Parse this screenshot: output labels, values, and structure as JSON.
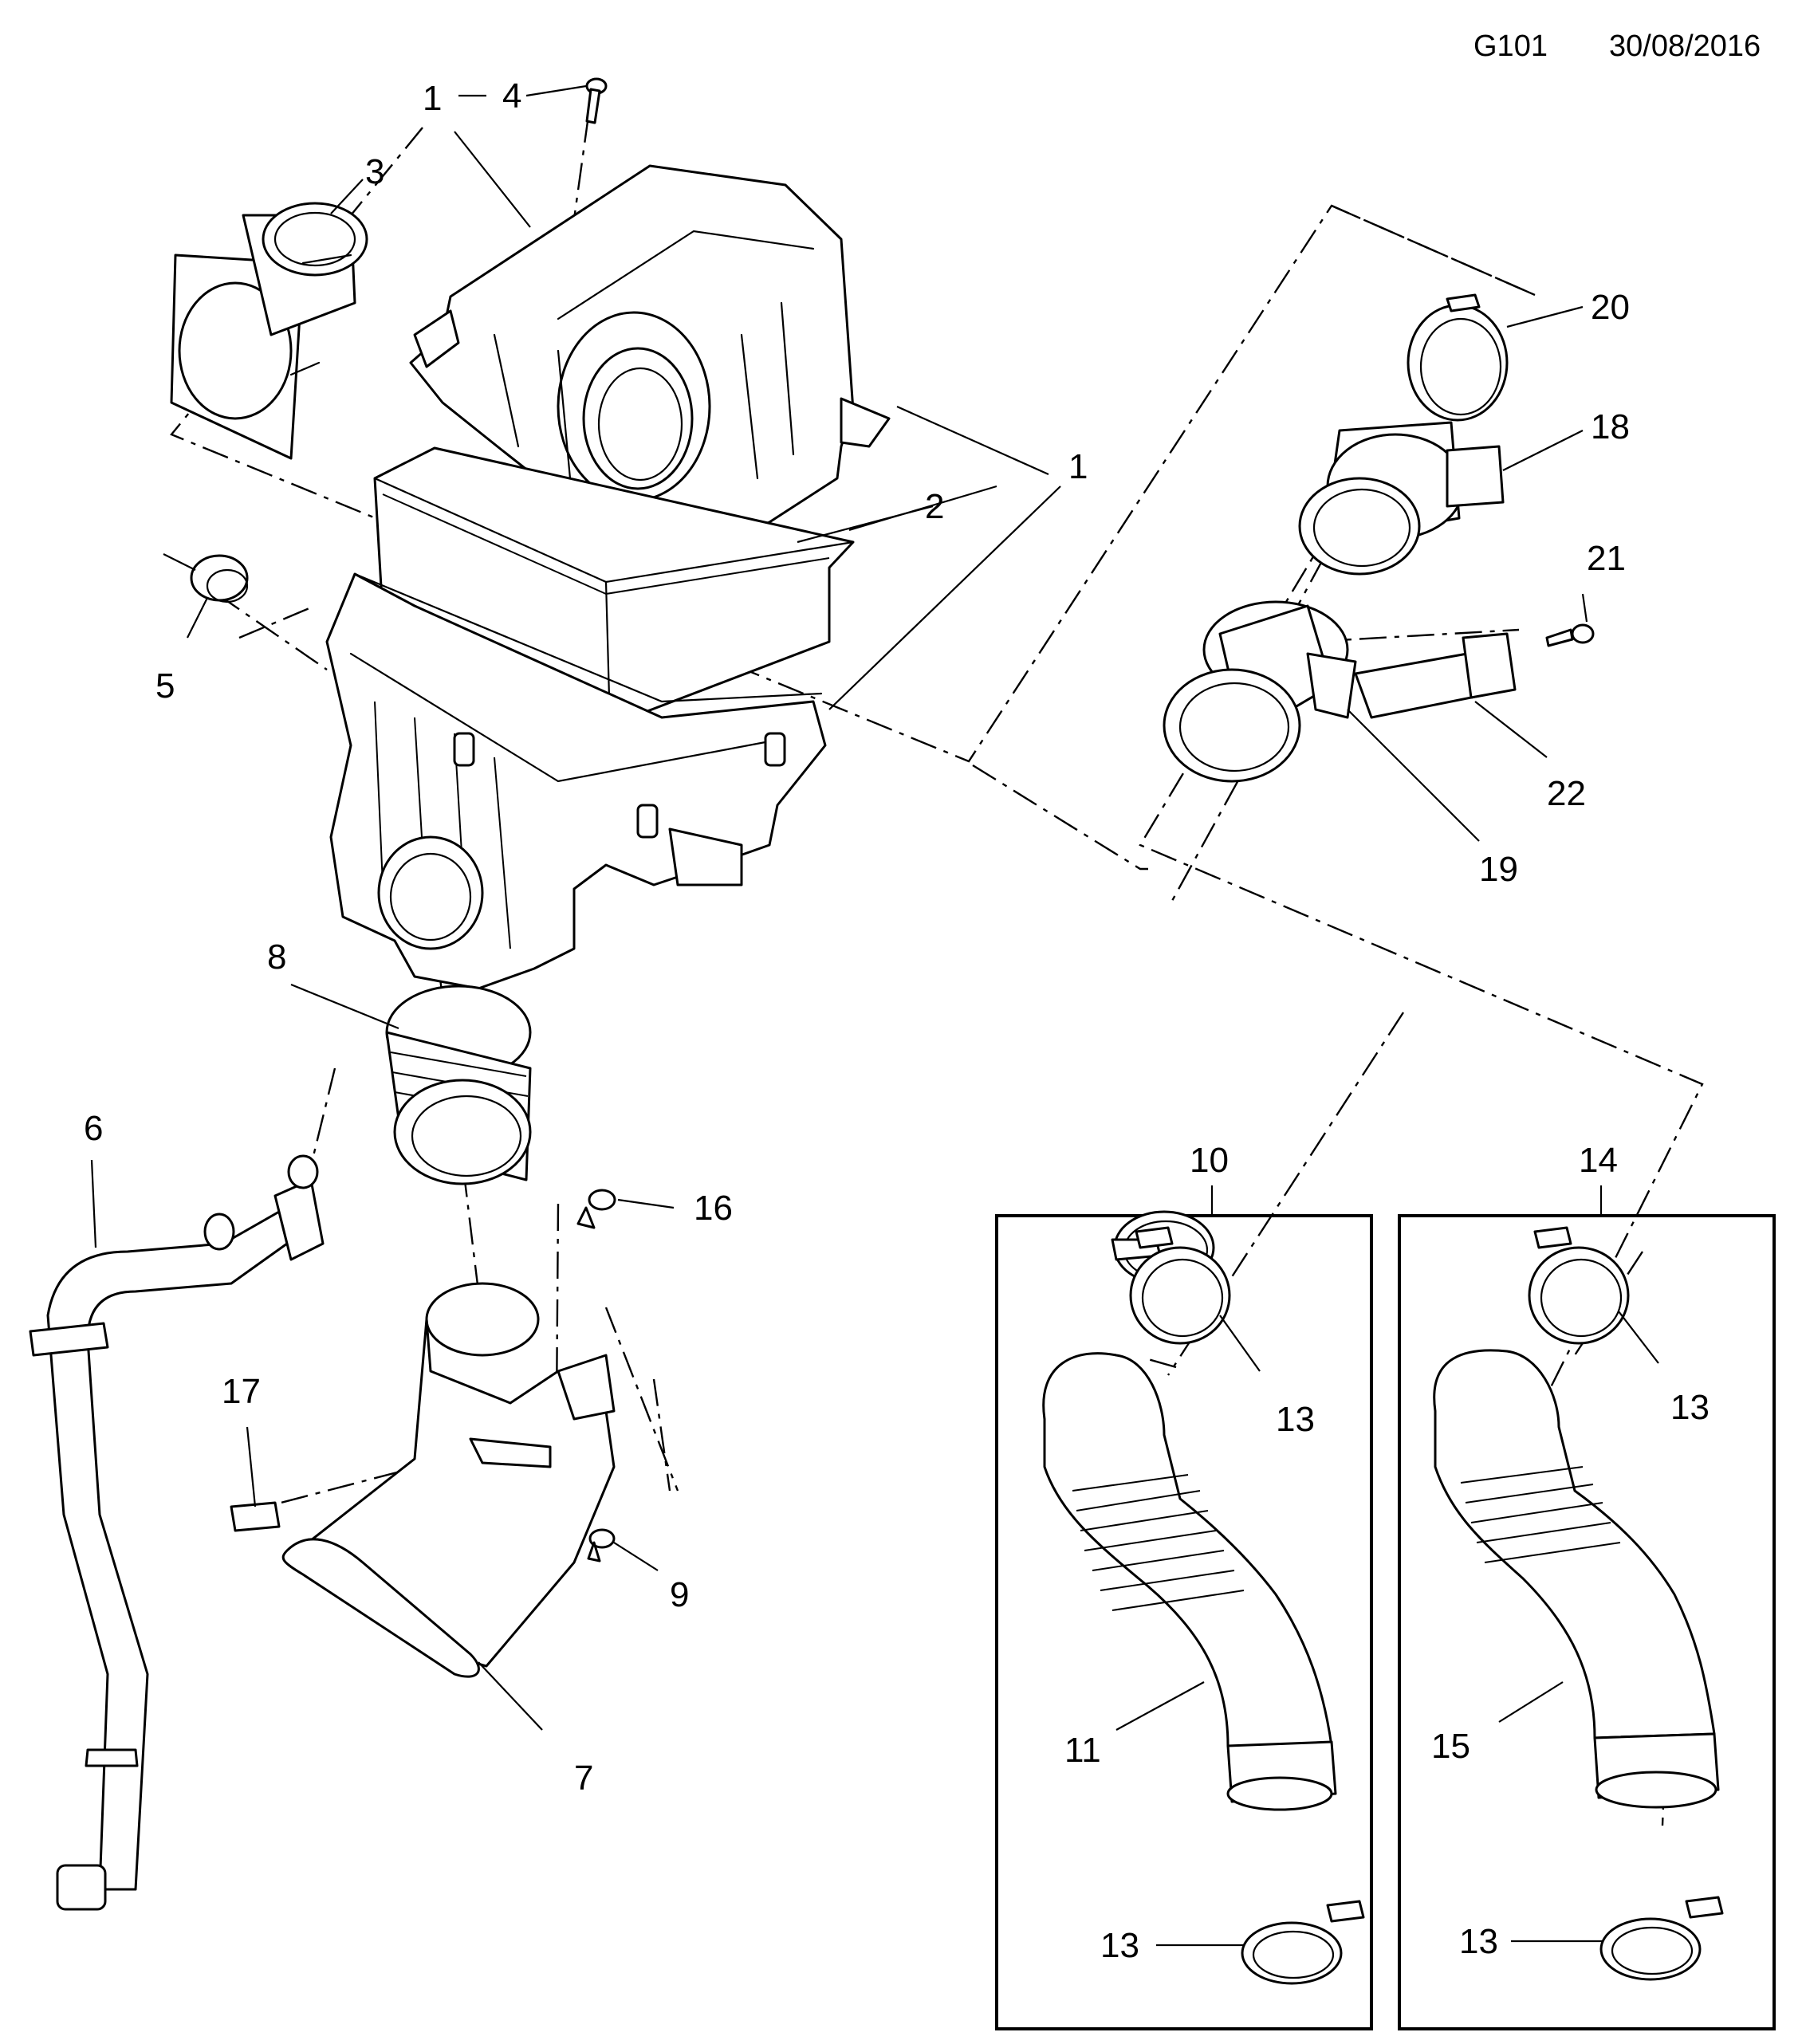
{
  "header": {
    "code": "G101",
    "date": "30/08/2016"
  },
  "callouts": {
    "c1a": "1",
    "c4": "4",
    "c3": "3",
    "c1b": "1",
    "c2": "2",
    "c5": "5",
    "c8": "8",
    "c6": "6",
    "c16": "16",
    "c17": "17",
    "c9": "9",
    "c7": "7",
    "c20": "20",
    "c18": "18",
    "c21": "21",
    "c22": "22",
    "c19": "19",
    "c10": "10",
    "c14": "14",
    "c13a": "13",
    "c13b": "13",
    "c11": "11",
    "c15": "15",
    "c13c": "13",
    "c13d": "13"
  }
}
